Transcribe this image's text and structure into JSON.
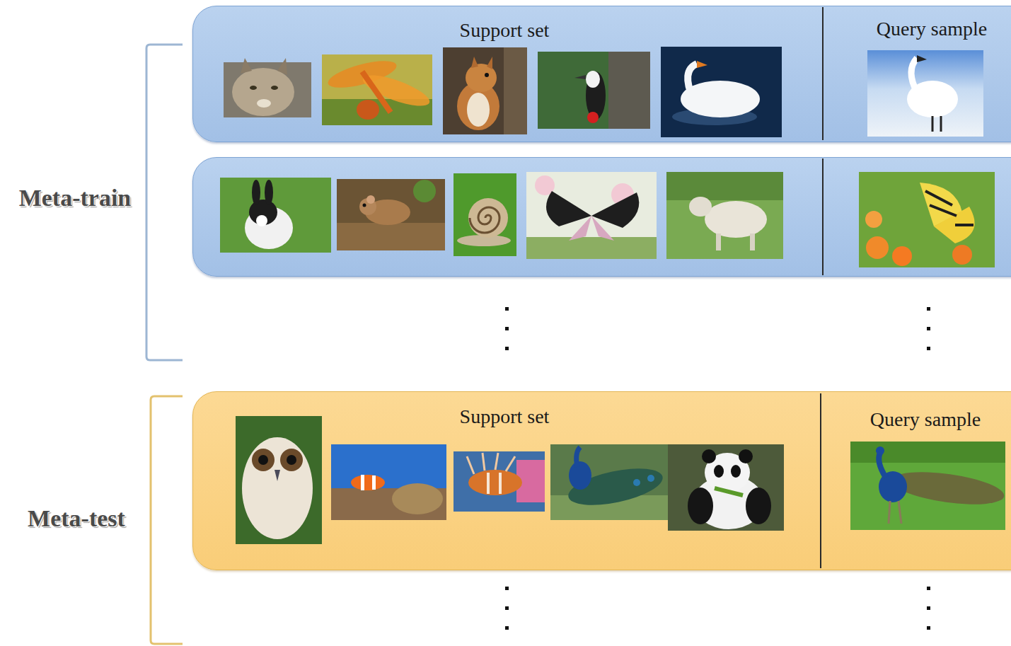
{
  "diagram": {
    "nodes": [
      {
        "text": [
          "Support set",
          "Query sample"
        ]
      },
      {
        "text": [
          "Support set",
          "Query sample"
        ]
      }
    ],
    "labels": [
      "Meta-train",
      "Meta-test"
    ]
  }
}
